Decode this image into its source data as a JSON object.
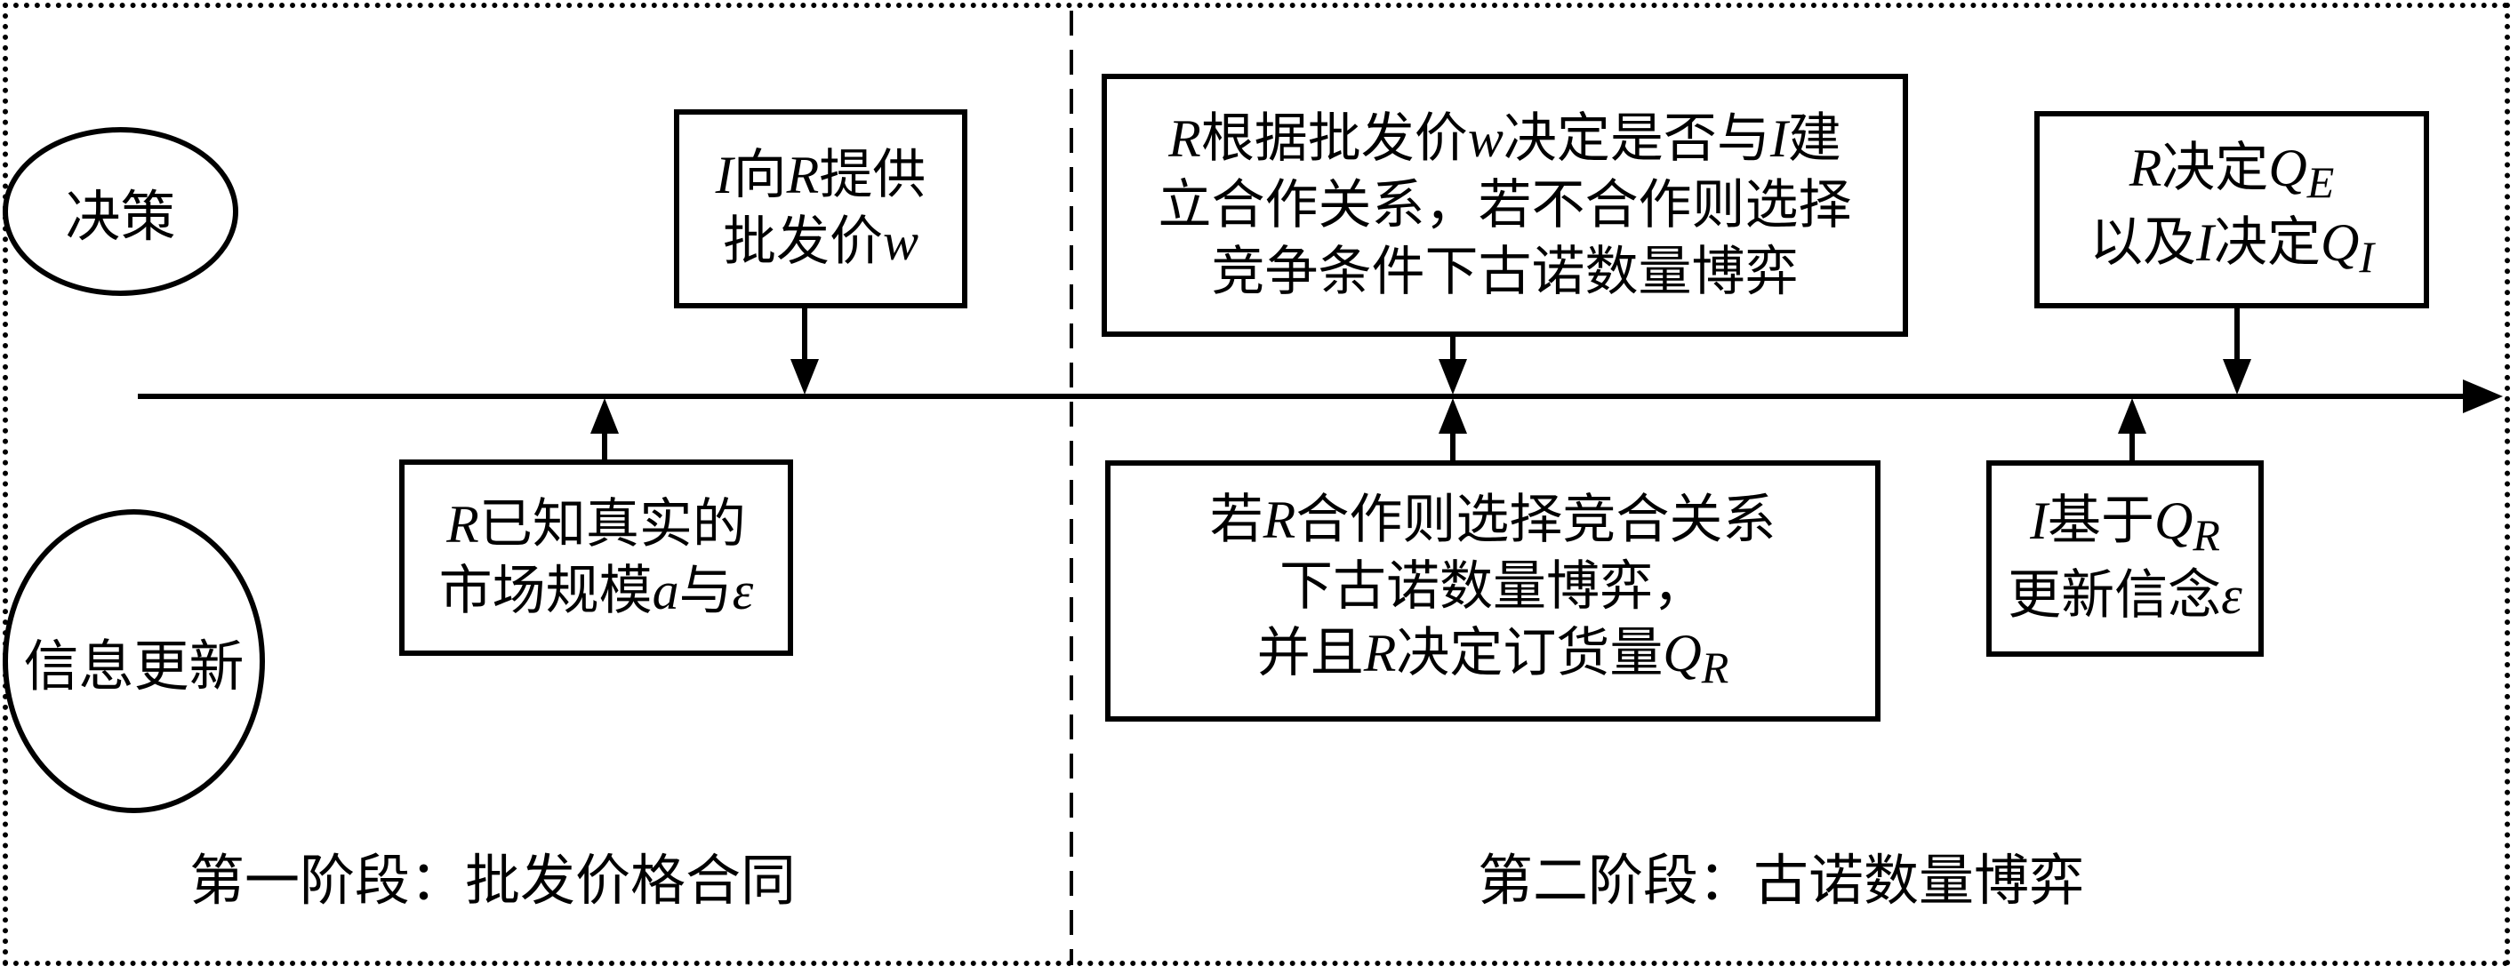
{
  "rows": {
    "decision": "决策",
    "info_update": "信息更新"
  },
  "stages": {
    "stage1": "第一阶段：批发价格合同",
    "stage2": "第二阶段：古诺数量博弈"
  },
  "top_boxes": [
    {
      "lines": [
        "I向R提供",
        "批发价w"
      ]
    },
    {
      "lines": [
        "R根据批发价w决定是否与I建",
        "立合作关系，若不合作则选择",
        "竞争条件下古诺数量博弈"
      ]
    },
    {
      "lines": [
        "R决定Q_E",
        "以及I决定Q_I"
      ]
    }
  ],
  "bottom_boxes": [
    {
      "lines": [
        "R已知真实的",
        "市场规模a与ε"
      ]
    },
    {
      "lines": [
        "若R合作则选择竞合关系",
        "下古诺数量博弈，",
        "并且R决定订货量Q_R"
      ]
    },
    {
      "lines": [
        "I基于Q_R",
        "更新信念ε"
      ]
    }
  ]
}
